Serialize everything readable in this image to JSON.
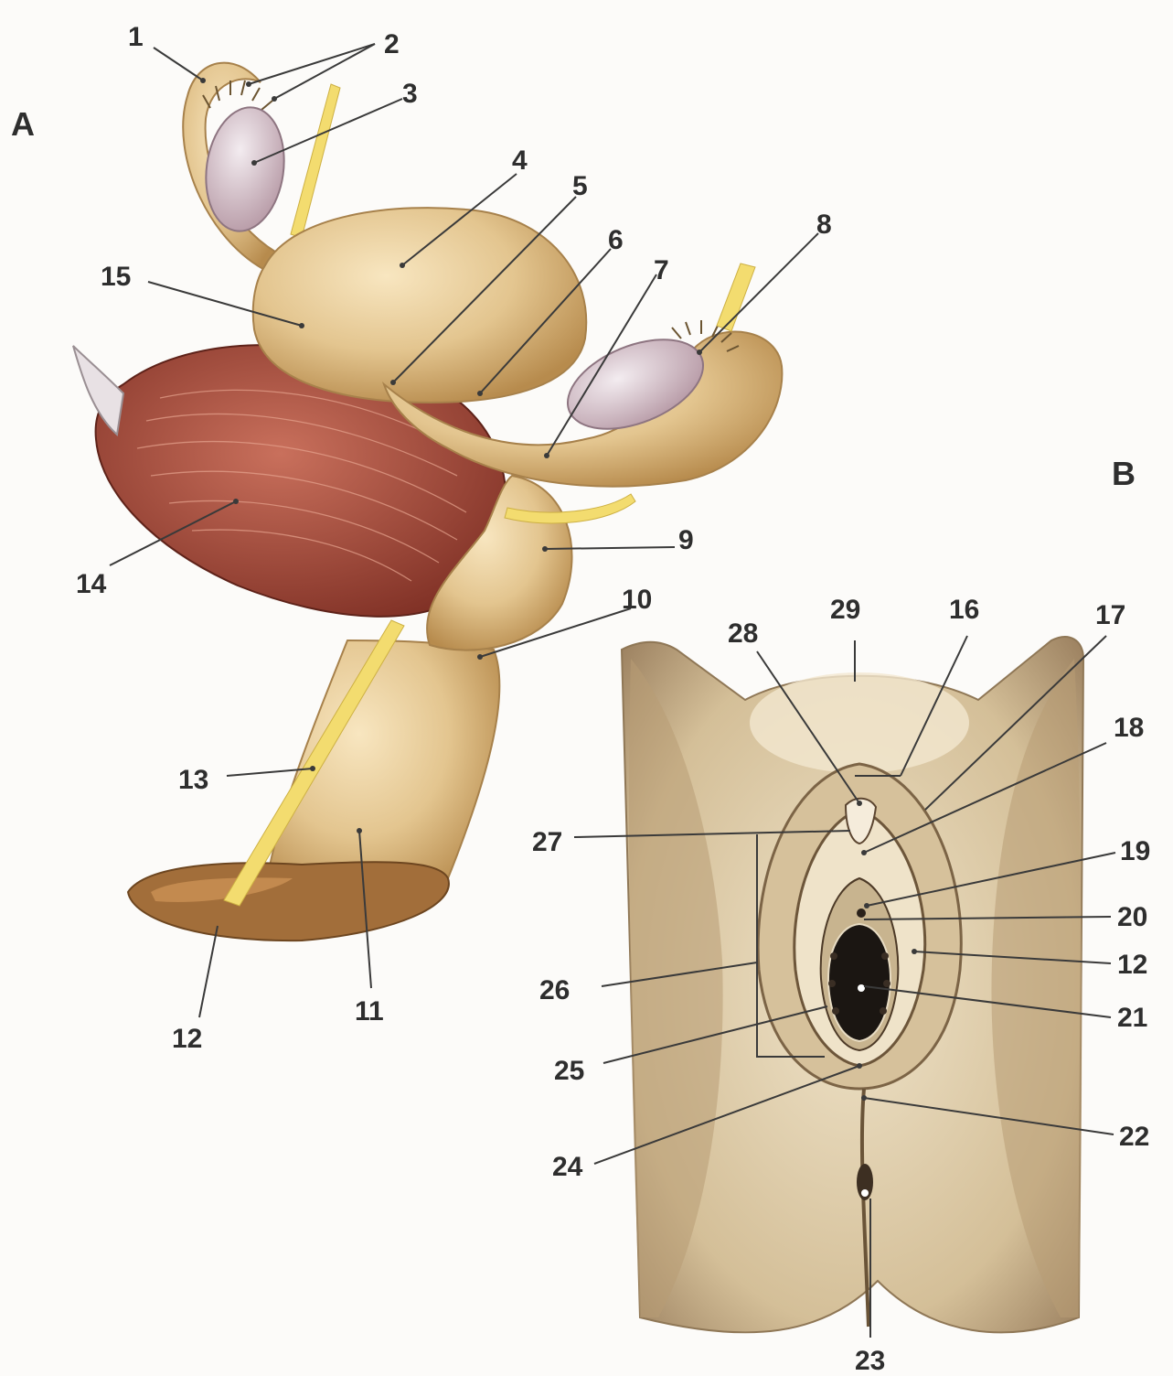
{
  "panels": [
    {
      "id": "A",
      "label": "A"
    },
    {
      "id": "B",
      "label": "B"
    }
  ],
  "numbers": {
    "n1": "1",
    "n2": "2",
    "n3": "3",
    "n4": "4",
    "n5": "5",
    "n6": "6",
    "n7": "7",
    "n8": "8",
    "n9": "9",
    "n10": "10",
    "n11": "11",
    "n12": "12",
    "n13": "13",
    "n14": "14",
    "n15": "15",
    "n16": "16",
    "n17": "17",
    "n18": "18",
    "n19": "19",
    "n20": "20",
    "n21": "21",
    "n22": "22",
    "n23": "23",
    "n24": "24",
    "n25": "25",
    "n26": "26",
    "n27": "27",
    "n28": "28",
    "n29": "29"
  },
  "colors": {
    "tissue": "#e3c58f",
    "tissue_dark": "#b78b4d",
    "ovary": "#d9c4cc",
    "rectum": "#a84a3a",
    "ligament": "#f3dc6f",
    "perineum": "#d9c7a4",
    "label": "#2e2e2e"
  }
}
